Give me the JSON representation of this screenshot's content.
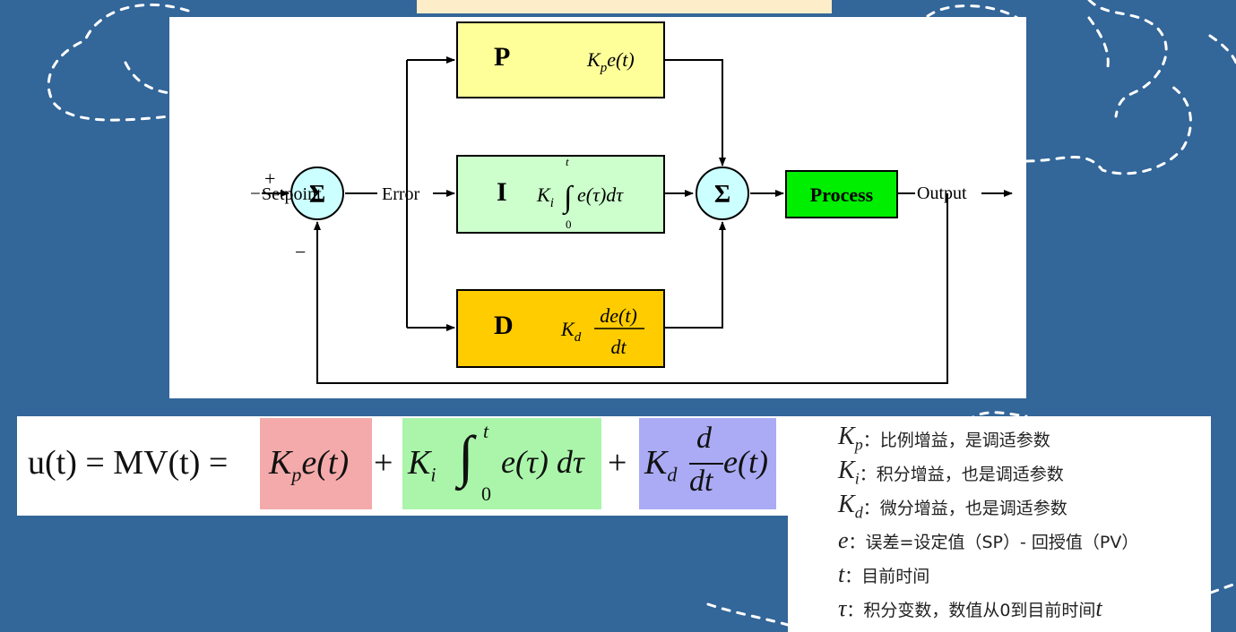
{
  "title": {
    "text": ""
  },
  "diagram": {
    "setpoint": "Setpoint",
    "plus": "+",
    "minus": "−",
    "sigma": "Σ",
    "error": "Error",
    "output": "Output",
    "process": "Process",
    "p": {
      "letter": "P",
      "gain": "K",
      "gain_sub": "p",
      "expr": "e(t)"
    },
    "i": {
      "letter": "I",
      "gain": "K",
      "gain_sub": "i",
      "expr": "e(τ)dτ",
      "upper": "t",
      "lower": "0"
    },
    "d": {
      "letter": "D",
      "gain": "K",
      "gain_sub": "d",
      "num": "de(t)",
      "den": "dt"
    },
    "colors": {
      "p_box": "#ffff99",
      "i_box": "#ccffcc",
      "d_box": "#ffcc00",
      "process_box": "#00ee00",
      "sum_node": "#ccffff"
    }
  },
  "formula": {
    "lhs": "u(t) = MV(t) =",
    "term_p": "K",
    "term_p_sub": "p",
    "term_p_tail": "e(t)",
    "plus1": "+",
    "term_i": "K",
    "term_i_sub": "i",
    "integral": "∫",
    "int_upper": "t",
    "int_lower": "0",
    "term_i_tail": "e(τ) dτ",
    "plus2": "+",
    "term_d": "K",
    "term_d_sub": "d",
    "frac_num": "d",
    "frac_den": "dt",
    "term_d_tail": "e(t)",
    "colors": {
      "p": "#f4aaaa",
      "i": "#aaf5aa",
      "d": "#aaaaf5"
    }
  },
  "legend": [
    {
      "sym": "K",
      "sub": "p",
      "desc": "：比例增益，是调适参数"
    },
    {
      "sym": "K",
      "sub": "i",
      "desc": "：积分增益，也是调适参数"
    },
    {
      "sym": "K",
      "sub": "d",
      "desc": "：微分增益，也是调适参数"
    },
    {
      "sym": "e",
      "sub": "",
      "desc": "：误差=设定值（SP）- 回授值（PV）"
    },
    {
      "sym": "t",
      "sub": "",
      "desc": "：目前时间"
    },
    {
      "sym": "τ",
      "sub": "",
      "desc": "：积分变数，数值从0到目前时间",
      "tail": "t"
    }
  ]
}
